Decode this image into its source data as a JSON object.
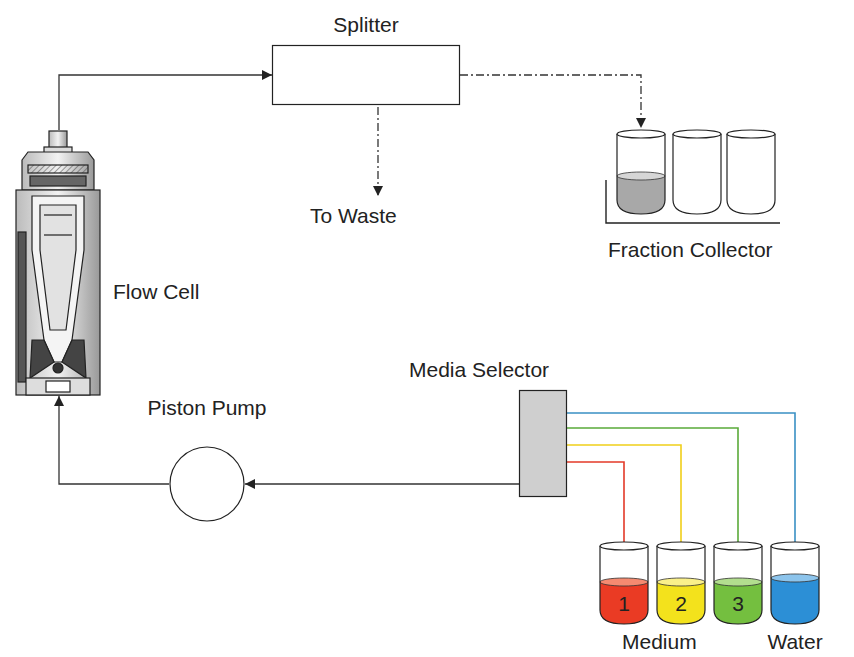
{
  "diagram": {
    "nodes": [
      {
        "text": [
          "Splitter"
        ]
      },
      {
        "text": [
          "Flow Cell"
        ]
      },
      {
        "text": [
          "Fraction Collector"
        ]
      },
      {
        "text": [
          "Piston Pump"
        ]
      },
      {
        "text": [
          "Media Selector"
        ]
      },
      {
        "text": [
          "1"
        ]
      },
      {
        "text": [
          "2"
        ]
      },
      {
        "text": [
          "3"
        ]
      },
      {
        "text": [
          "Water"
        ]
      }
    ],
    "edges": [
      {
        "from": 5,
        "to": 4,
        "arrow": "none"
      },
      {
        "from": 6,
        "to": 4,
        "arrow": "none"
      },
      {
        "from": 7,
        "to": 4,
        "arrow": "none"
      },
      {
        "from": 8,
        "to": 4,
        "arrow": "none"
      },
      {
        "from": 4,
        "to": 3,
        "arrow": "to"
      },
      {
        "from": 3,
        "to": 1,
        "arrow": "to"
      },
      {
        "from": 1,
        "to": 0,
        "arrow": "to"
      },
      {
        "from": 0,
        "to": 2,
        "arrow": "to"
      }
    ],
    "labels": [
      "To Waste",
      "Medium"
    ]
  }
}
